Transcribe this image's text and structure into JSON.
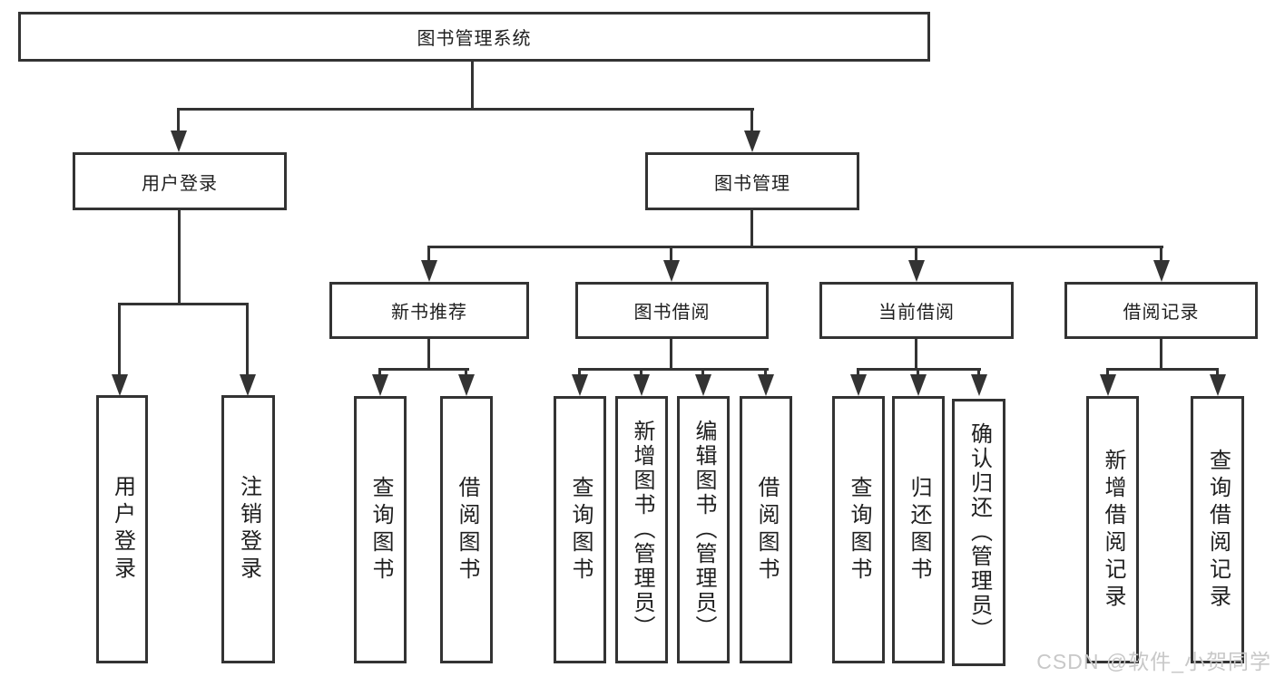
{
  "diagram": {
    "root": {
      "label": "图书管理系统"
    },
    "level2": [
      {
        "label": "用户登录"
      },
      {
        "label": "图书管理"
      }
    ],
    "level3": [
      {
        "label": "新书推荐"
      },
      {
        "label": "图书借阅"
      },
      {
        "label": "当前借阅"
      },
      {
        "label": "借阅记录"
      }
    ],
    "leaves": {
      "user_login": [
        "用户登录",
        "注销登录"
      ],
      "new_book": [
        "查询图书",
        "借阅图书"
      ],
      "book_borrow": [
        "查询图书",
        "新增图书（管理员）",
        "编辑图书（管理员）",
        "借阅图书"
      ],
      "current_borrow": [
        "查询图书",
        "归还图书",
        "确认归还（管理员）"
      ],
      "borrow_record": [
        "新增借阅记录",
        "查询借阅记录"
      ]
    }
  },
  "watermark": "CSDN @软件_小贺同学",
  "colors": {
    "line": "#333333",
    "text": "#1f1f1f",
    "background": "#ffffff",
    "watermark": "#c8c8c8"
  }
}
